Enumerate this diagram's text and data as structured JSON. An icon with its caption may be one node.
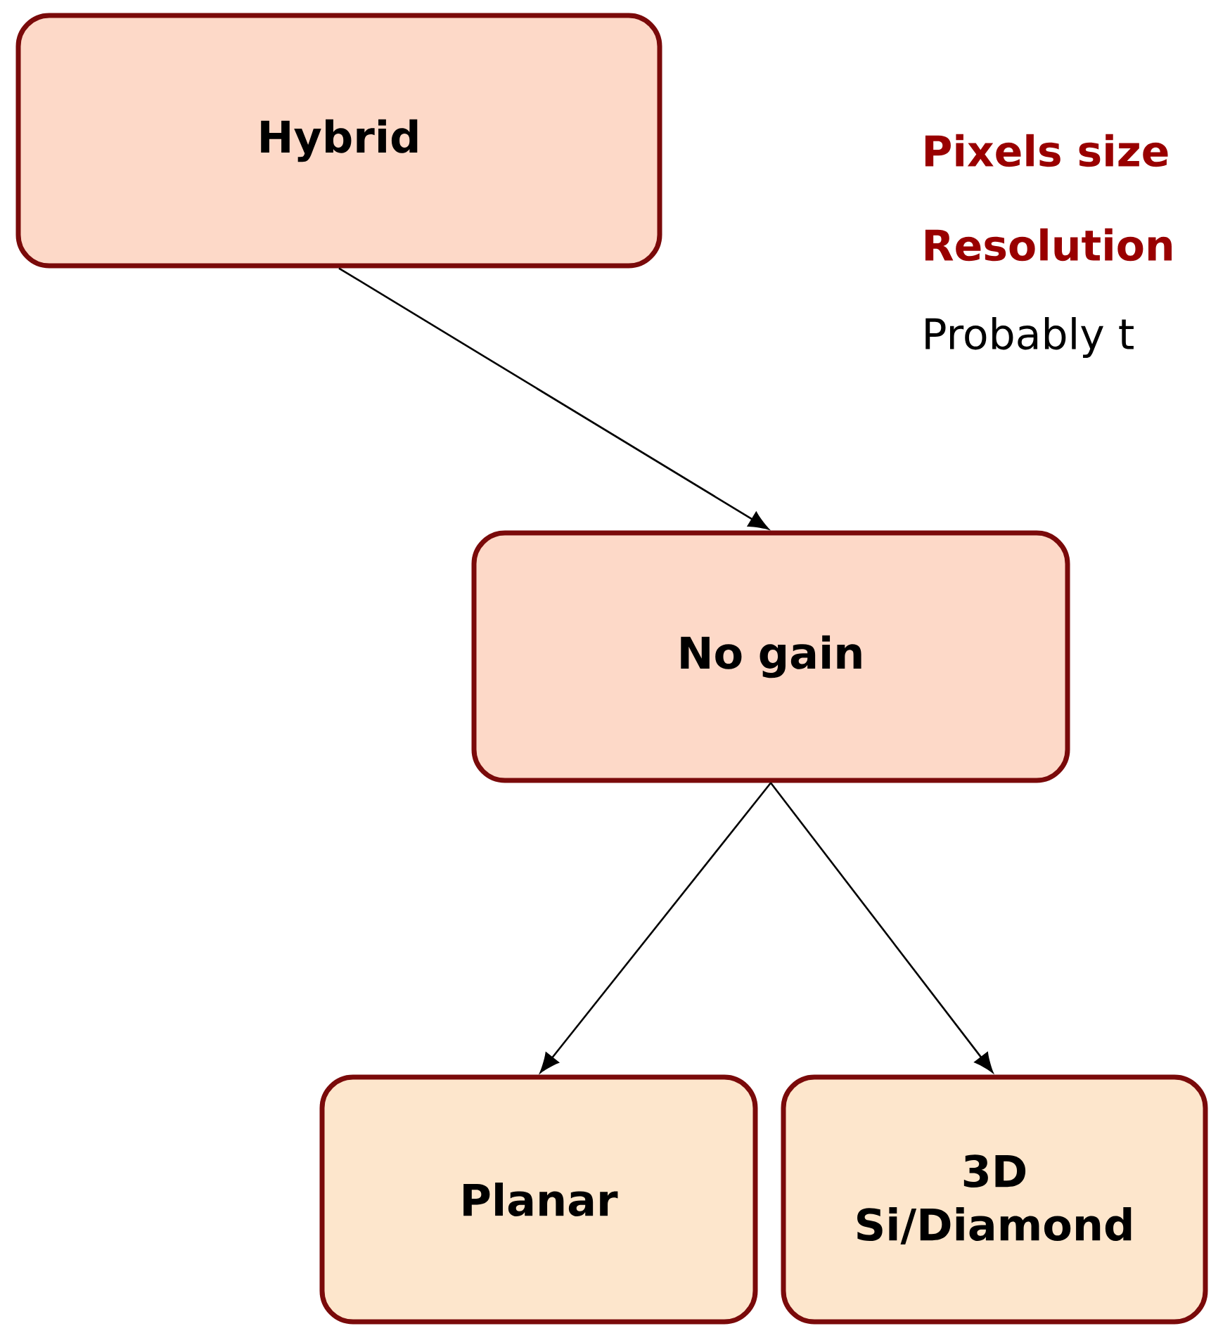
{
  "diagram": {
    "nodes": [
      {
        "text": [
          "Hybrid"
        ]
      },
      {
        "text": [
          "No gain"
        ]
      },
      {
        "text": [
          "Planar"
        ]
      },
      {
        "text": [
          "3D Si/Diamond"
        ]
      }
    ],
    "edges": [
      {
        "from": 0,
        "to": 1,
        "arrow": "to"
      },
      {
        "from": 1,
        "to": 2,
        "arrow": "to"
      },
      {
        "from": 1,
        "to": 3,
        "arrow": "to"
      }
    ],
    "labels": [
      "Pixels size",
      "Resolution",
      "Probably t"
    ]
  }
}
